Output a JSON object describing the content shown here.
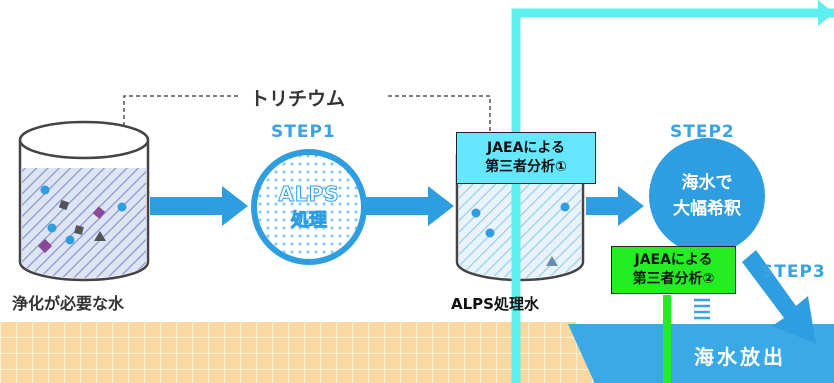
{
  "labels": {
    "tritium": "トリチウム",
    "step1": "STEP1",
    "step2": "STEP2",
    "step3": "STEP3",
    "alps_line1": "ALPS",
    "alps_line2": "処理",
    "dilution_line1": "海水で",
    "dilution_line2": "大幅希釈",
    "water_to_purify": "浄化が必要な水",
    "alps_treated_water": "ALPS処理水",
    "sea_discharge": "海水放出"
  },
  "callouts": {
    "jaea1": {
      "line1": "JAEAによる",
      "line2": "第三者分析①",
      "color": "#66e6ff"
    },
    "jaea2": {
      "line1": "JAEAによる",
      "line2": "第三者分析②",
      "color": "#22ee22"
    }
  },
  "colors": {
    "arrow_blue": "#2f9ee0",
    "step_blue": "#3aa3e0",
    "bubble_blue": "#2f9ee0",
    "cyan_line": "#5cf0f0",
    "green_line": "#22ee22",
    "sand": "#f8d9a2",
    "sea": "#3aa9e6"
  }
}
